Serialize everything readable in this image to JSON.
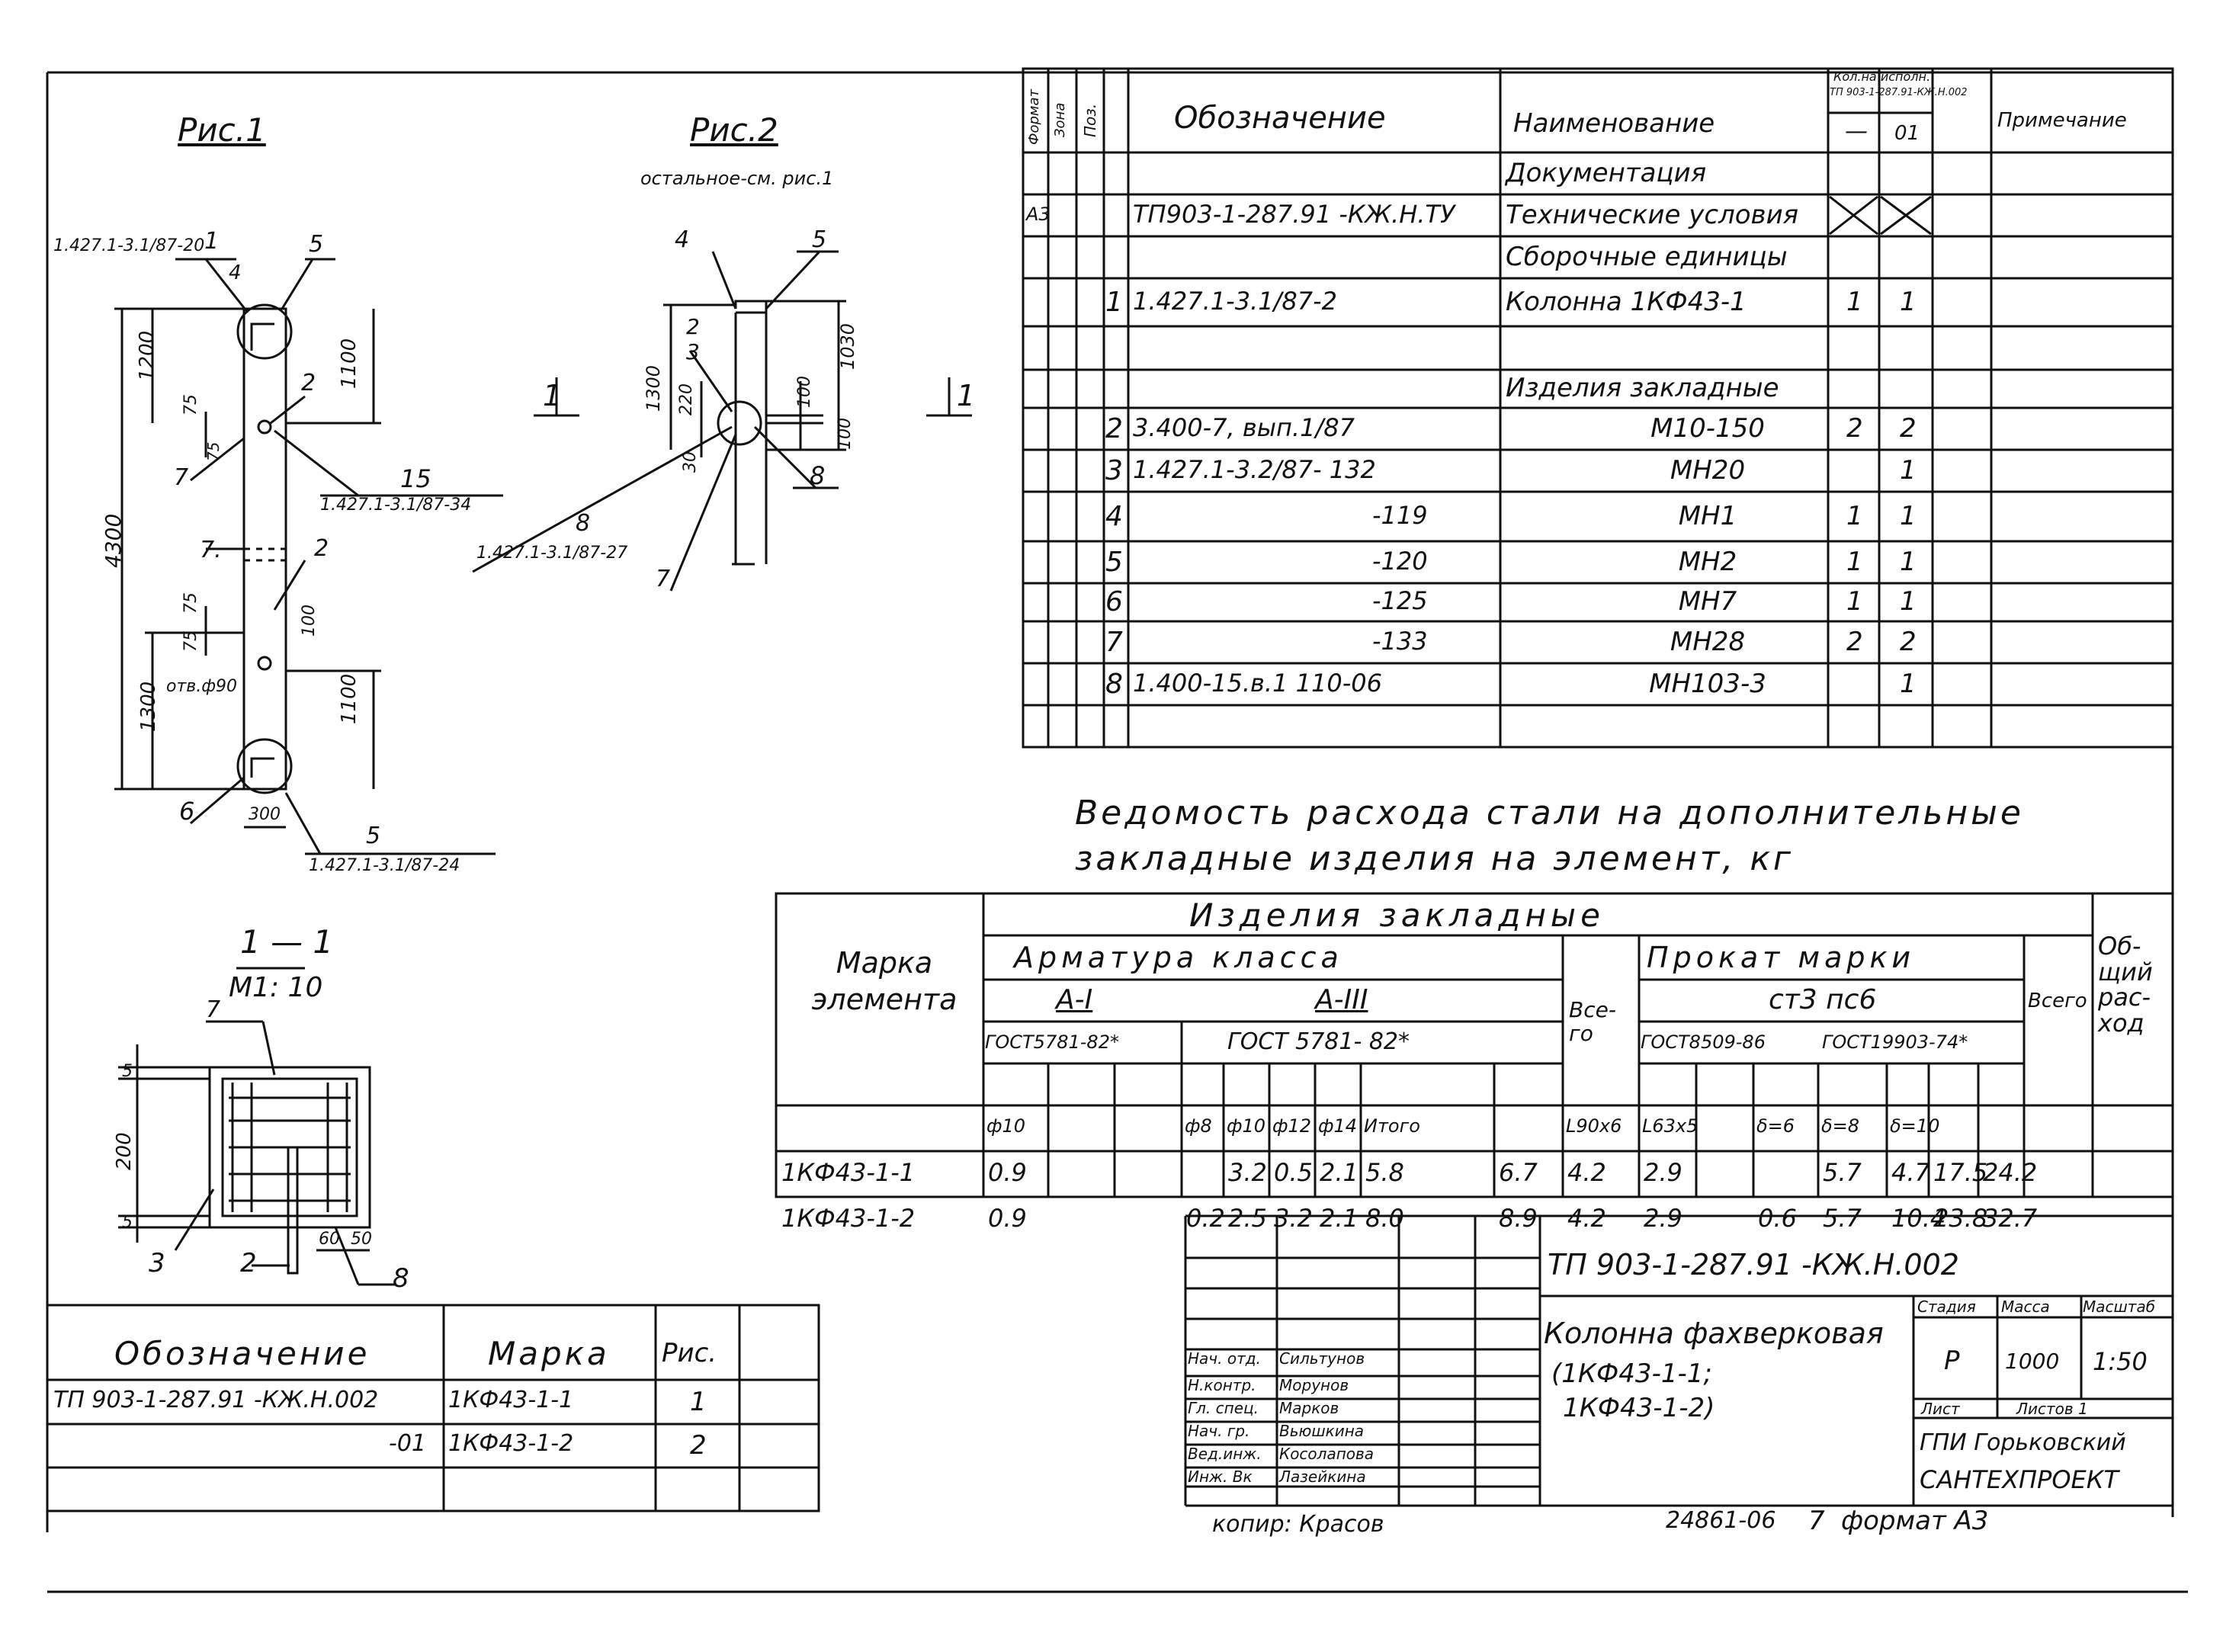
{
  "fig1": {
    "title": "Рис.1",
    "callouts": {
      "p1": "1",
      "p1_ref": "1.427.1-3.1/87-20",
      "p4": "4",
      "p5": "5",
      "p2a": "2",
      "p15": "15",
      "p15_ref": "1.427.1-3.1/87-34",
      "p7a": "7",
      "p7b": "7.",
      "p2b": "2",
      "p6": "6",
      "p5b": "5",
      "p5b_ref": "1.427.1-3.1/87-24"
    },
    "dims": {
      "d1200": "1200",
      "d1100a": "1100",
      "d75a": "75",
      "d75b": "75",
      "d4300": "4300",
      "d75c": "75",
      "d75d": "75",
      "d100": "100",
      "hole": "отв.ф90",
      "d1300": "1300",
      "d1100b": "1100",
      "d300": "300"
    }
  },
  "fig2": {
    "title": "Рис.2",
    "note": "остальное-см. рис.1",
    "callouts": {
      "p4": "4",
      "p5": "5",
      "p2": "2",
      "p3": "3",
      "p8": "8",
      "p8b": "8",
      "p8b_ref": "1.427.1-3.1/87-27",
      "p7": "7"
    },
    "dims": {
      "d1300": "1300",
      "d220": "220",
      "d30": "30",
      "d100a": "100",
      "d1030": "1030",
      "d100b": "100"
    }
  },
  "section_marks": {
    "left": "1",
    "right": "1"
  },
  "section": {
    "title": "1 — 1",
    "scale": "М1: 10",
    "callouts": {
      "p7": "7",
      "p3": "3",
      "p2": "2",
      "p8": "8"
    },
    "dims": {
      "d5a": "5",
      "d200": "200",
      "d5b": "5",
      "d60": "60",
      "d50": "50"
    }
  },
  "spec": {
    "headers": {
      "format": "Формат",
      "zone": "Зона",
      "pos": "Поз.",
      "designation": "Обозначение",
      "name": "Наименование",
      "qty_title": "Кол.на исполн.",
      "qty_sub": "ТП 903-1-287.91-КЖ.Н.002",
      "qty_a": "—",
      "qty_b": "01",
      "note": "Примечание"
    },
    "rows": [
      {
        "format": "",
        "pos": "",
        "designation": "",
        "name": "Документация",
        "q1": "",
        "q2": ""
      },
      {
        "format": "А3",
        "pos": "",
        "designation": "ТП903-1-287.91    -КЖ.Н.ТУ",
        "name": "Технические условия",
        "q1": "X",
        "q2": "X"
      },
      {
        "format": "",
        "pos": "",
        "designation": "",
        "name": "Сборочные единицы",
        "q1": "",
        "q2": ""
      },
      {
        "format": "",
        "pos": "1",
        "designation": "1.427.1-3.1/87-2",
        "name": "Колонна 1КФ43-1",
        "q1": "1",
        "q2": "1"
      },
      {
        "format": "",
        "pos": "",
        "designation": "",
        "name": "",
        "q1": "",
        "q2": ""
      },
      {
        "format": "",
        "pos": "",
        "designation": "",
        "name": "Изделия закладные",
        "q1": "",
        "q2": ""
      },
      {
        "format": "",
        "pos": "2",
        "designation": "3.400-7, вып.1/87",
        "name": "М10-150",
        "q1": "2",
        "q2": "2"
      },
      {
        "format": "",
        "pos": "3",
        "designation": "1.427.1-3.2/87- 132",
        "name": "МН20",
        "q1": "",
        "q2": "1"
      },
      {
        "format": "",
        "pos": "4",
        "designation": "-119",
        "name": "МН1",
        "q1": "1",
        "q2": "1"
      },
      {
        "format": "",
        "pos": "5",
        "designation": "-120",
        "name": "МН2",
        "q1": "1",
        "q2": "1"
      },
      {
        "format": "",
        "pos": "6",
        "designation": "-125",
        "name": "МН7",
        "q1": "1",
        "q2": "1"
      },
      {
        "format": "",
        "pos": "7",
        "designation": "-133",
        "name": "МН28",
        "q1": "2",
        "q2": "2"
      },
      {
        "format": "",
        "pos": "8",
        "designation": "1.400-15.в.1  110-06",
        "name": "МН103-3",
        "q1": "",
        "q2": "1"
      }
    ]
  },
  "steel": {
    "title1": "Ведомость расхода стали на дополнительные",
    "title2": "закладные изделия на   элемент, кг",
    "h_mark": "Марка элемента",
    "h_emb": "Изделия закладные",
    "h_rebar": "Арматура класса",
    "h_a1": "А-I",
    "h_a3": "А-III",
    "h_gost1": "ГОСТ5781-82*",
    "h_gost2": "ГОСТ 5781- 82*",
    "h_total1": "Все-го",
    "h_rolled": "Прокат марки",
    "h_steel": "ст3 пс6",
    "h_gost3": "ГОСТ8509-86",
    "h_gost4": "ГОСТ19903-74*",
    "h_total2": "Всего",
    "h_overall": "Об-щий рас-ход",
    "sub": [
      "ф10",
      "",
      "",
      "ф8",
      "ф10",
      "ф12",
      "ф14",
      "Итого",
      "",
      "L90х6",
      "L63х5",
      "",
      "δ=6",
      "δ=8",
      "δ=10",
      "",
      ""
    ],
    "rows": [
      [
        "1КФ43-1-1",
        "0.9",
        "",
        "",
        "",
        "3.2",
        "0.5",
        "2.1",
        "5.8",
        "6.7",
        "4.2",
        "2.9",
        "",
        "",
        "5.7",
        "4.7",
        "17.5",
        "24.2"
      ],
      [
        "1КФ43-1-2",
        "0.9",
        "",
        "",
        "0.2",
        "2.5",
        "3.2",
        "2.1",
        "8.0",
        "8.9",
        "4.2",
        "2.9",
        "",
        "0.6",
        "5.7",
        "10.4",
        "23.8",
        "32.7"
      ]
    ]
  },
  "variants": {
    "h_designation": "Обозначение",
    "h_mark": "Марка",
    "h_fig": "Рис.",
    "rows": [
      {
        "designation": "ТП 903-1-287.91  -КЖ.Н.002",
        "mark": "1КФ43-1-1",
        "fig": "1"
      },
      {
        "designation": "-01",
        "mark": "1КФ43-1-2",
        "fig": "2"
      }
    ]
  },
  "title_block": {
    "code": "ТП 903-1-287.91    -КЖ.Н.002",
    "name_line1": "Колонна фахверковая",
    "name_line2": "(1КФ43-1-1;",
    "name_line3": "1КФ43-1-2)",
    "stage_h": "Стадия",
    "mass_h": "Масса",
    "scale_h": "Масштаб",
    "stage": "Р",
    "mass": "1000",
    "scale": "1:50",
    "sheet_h": "Лист",
    "sheets_h": "Листов 1",
    "org1": "ГПИ Горьковский",
    "org2": "САНТЕХПРОЕКТ",
    "signers": [
      {
        "role": "Нач. отд.",
        "name": "Сильтунов"
      },
      {
        "role": "Н.контр.",
        "name": "Морунов"
      },
      {
        "role": "Гл. спец.",
        "name": "Марков"
      },
      {
        "role": "Нач. гр.",
        "name": "Вьюшкина"
      },
      {
        "role": "Вед.инж.",
        "name": "Косолапова"
      },
      {
        "role": "Инж. Вк",
        "name": "Лазейкина"
      }
    ]
  },
  "footer": {
    "copied": "копир: Красов",
    "number": "24861-06",
    "sheet_no": "7",
    "format": "формат А3"
  }
}
